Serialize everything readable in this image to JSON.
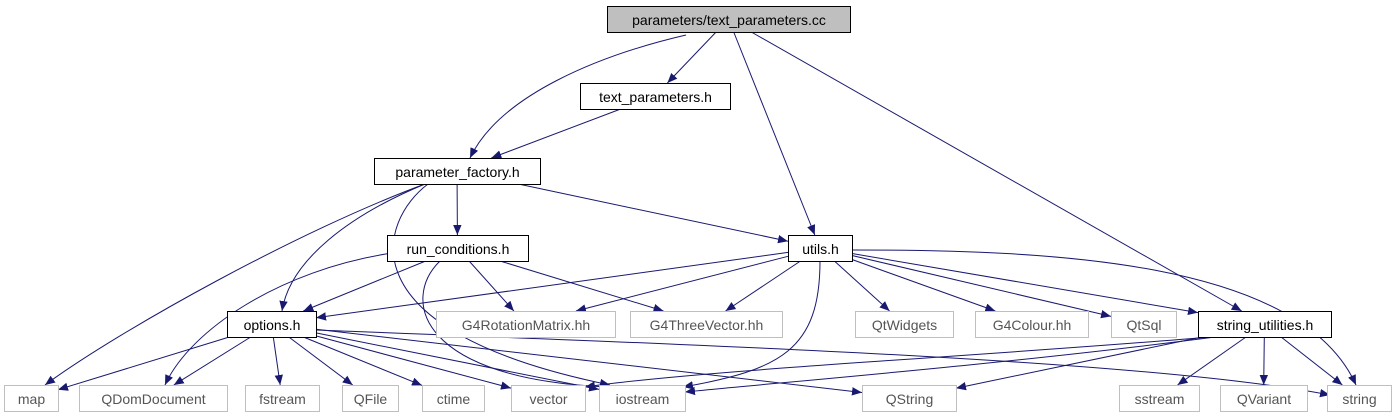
{
  "colors": {
    "root_fill": "#bfbfbf",
    "root_stroke": "#000000",
    "local_fill": "#ffffff",
    "local_stroke": "#000000",
    "system_fill": "#ffffff",
    "system_stroke": "#bfbfbf",
    "local_text": "#000000",
    "system_text": "#555555",
    "edge": "#191970"
  },
  "nodes": [
    {
      "id": "text_parameters_cc",
      "label": "parameters/text_parameters.cc",
      "kind": "root"
    },
    {
      "id": "text_parameters_h",
      "label": "text_parameters.h",
      "kind": "local"
    },
    {
      "id": "parameter_factory_h",
      "label": "parameter_factory.h",
      "kind": "local"
    },
    {
      "id": "utils_h",
      "label": "utils.h",
      "kind": "local"
    },
    {
      "id": "run_conditions_h",
      "label": "run_conditions.h",
      "kind": "local"
    },
    {
      "id": "options_h",
      "label": "options.h",
      "kind": "local"
    },
    {
      "id": "string_utilities_h",
      "label": "string_utilities.h",
      "kind": "local"
    },
    {
      "id": "G4RotationMatrix_hh",
      "label": "G4RotationMatrix.hh",
      "kind": "system"
    },
    {
      "id": "G4ThreeVector_hh",
      "label": "G4ThreeVector.hh",
      "kind": "system"
    },
    {
      "id": "QtWidgets",
      "label": "QtWidgets",
      "kind": "system"
    },
    {
      "id": "G4Colour_hh",
      "label": "G4Colour.hh",
      "kind": "system"
    },
    {
      "id": "QtSql",
      "label": "QtSql",
      "kind": "system"
    },
    {
      "id": "map",
      "label": "map",
      "kind": "system"
    },
    {
      "id": "QDomDocument",
      "label": "QDomDocument",
      "kind": "system"
    },
    {
      "id": "fstream",
      "label": "fstream",
      "kind": "system"
    },
    {
      "id": "QFile",
      "label": "QFile",
      "kind": "system"
    },
    {
      "id": "ctime",
      "label": "ctime",
      "kind": "system"
    },
    {
      "id": "vector",
      "label": "vector",
      "kind": "system"
    },
    {
      "id": "iostream",
      "label": "iostream",
      "kind": "system"
    },
    {
      "id": "QString",
      "label": "QString",
      "kind": "system"
    },
    {
      "id": "sstream",
      "label": "sstream",
      "kind": "system"
    },
    {
      "id": "QVariant",
      "label": "QVariant",
      "kind": "system"
    },
    {
      "id": "string",
      "label": "string",
      "kind": "system"
    }
  ],
  "edges": [
    {
      "from": "text_parameters_cc",
      "to": "text_parameters_h"
    },
    {
      "from": "text_parameters_cc",
      "to": "parameter_factory_h"
    },
    {
      "from": "text_parameters_cc",
      "to": "utils_h"
    },
    {
      "from": "text_parameters_cc",
      "to": "string_utilities_h"
    },
    {
      "from": "text_parameters_h",
      "to": "parameter_factory_h"
    },
    {
      "from": "parameter_factory_h",
      "to": "map"
    },
    {
      "from": "parameter_factory_h",
      "to": "options_h"
    },
    {
      "from": "parameter_factory_h",
      "to": "iostream"
    },
    {
      "from": "parameter_factory_h",
      "to": "run_conditions_h"
    },
    {
      "from": "parameter_factory_h",
      "to": "utils_h"
    },
    {
      "from": "run_conditions_h",
      "to": "QDomDocument"
    },
    {
      "from": "run_conditions_h",
      "to": "options_h"
    },
    {
      "from": "run_conditions_h",
      "to": "iostream"
    },
    {
      "from": "run_conditions_h",
      "to": "G4RotationMatrix_hh"
    },
    {
      "from": "run_conditions_h",
      "to": "G4ThreeVector_hh"
    },
    {
      "from": "utils_h",
      "to": "options_h"
    },
    {
      "from": "utils_h",
      "to": "G4RotationMatrix_hh"
    },
    {
      "from": "utils_h",
      "to": "G4ThreeVector_hh"
    },
    {
      "from": "utils_h",
      "to": "QtWidgets"
    },
    {
      "from": "utils_h",
      "to": "G4Colour_hh"
    },
    {
      "from": "utils_h",
      "to": "QtSql"
    },
    {
      "from": "utils_h",
      "to": "string_utilities_h"
    },
    {
      "from": "utils_h",
      "to": "iostream"
    },
    {
      "from": "utils_h",
      "to": "string"
    },
    {
      "from": "options_h",
      "to": "map"
    },
    {
      "from": "options_h",
      "to": "QDomDocument"
    },
    {
      "from": "options_h",
      "to": "fstream"
    },
    {
      "from": "options_h",
      "to": "QFile"
    },
    {
      "from": "options_h",
      "to": "ctime"
    },
    {
      "from": "options_h",
      "to": "vector"
    },
    {
      "from": "options_h",
      "to": "iostream"
    },
    {
      "from": "options_h",
      "to": "QString"
    },
    {
      "from": "options_h",
      "to": "string"
    },
    {
      "from": "string_utilities_h",
      "to": "vector"
    },
    {
      "from": "string_utilities_h",
      "to": "iostream"
    },
    {
      "from": "string_utilities_h",
      "to": "QString"
    },
    {
      "from": "string_utilities_h",
      "to": "sstream"
    },
    {
      "from": "string_utilities_h",
      "to": "QVariant"
    },
    {
      "from": "string_utilities_h",
      "to": "string"
    }
  ]
}
